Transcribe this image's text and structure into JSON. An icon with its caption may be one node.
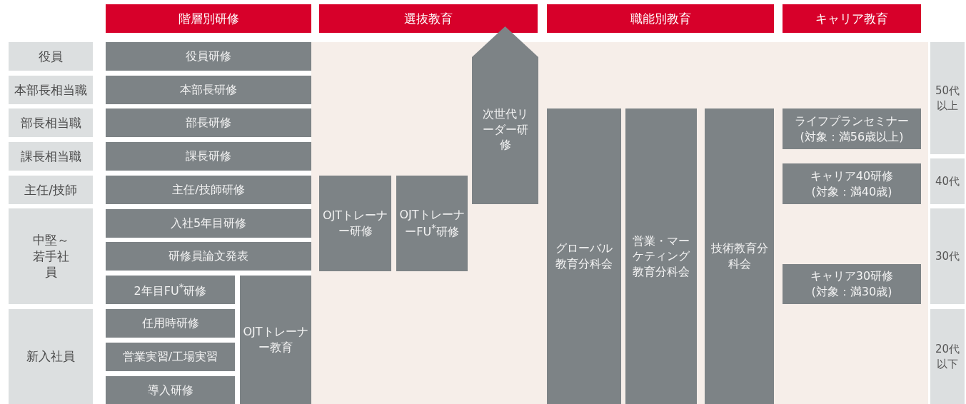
{
  "diagram": {
    "nodes": [
      {
        "text": [
          "階層別研修"
        ]
      },
      {
        "text": [
          "選抜教育"
        ]
      },
      {
        "text": [
          "職能別教育"
        ]
      },
      {
        "text": [
          "キャリア教育"
        ]
      },
      {
        "text": [
          "役員"
        ]
      },
      {
        "text": [
          "本部長相当職"
        ]
      },
      {
        "text": [
          "部長相当職"
        ]
      },
      {
        "text": [
          "課長相当職"
        ]
      },
      {
        "text": [
          "主任/技師"
        ]
      },
      {
        "text": [
          "中堅～若手社員"
        ]
      },
      {
        "text": [
          "新入社員"
        ]
      },
      {
        "text": [
          "50代以上"
        ]
      },
      {
        "text": [
          "40代"
        ]
      },
      {
        "text": [
          "30代"
        ]
      },
      {
        "text": [
          "20代以下"
        ]
      },
      {
        "text": [
          "役員研修"
        ]
      },
      {
        "text": [
          "本部長研修"
        ]
      },
      {
        "text": [
          "部長研修"
        ]
      },
      {
        "text": [
          "課長研修"
        ]
      },
      {
        "text": [
          "主任/技師研修"
        ]
      },
      {
        "text": [
          "入社5年目研修"
        ]
      },
      {
        "text": [
          "研修員論文発表"
        ]
      },
      {
        "text": [
          "2年目FU$^{*}$研修"
        ]
      },
      {
        "text": [
          "任用時研修"
        ]
      },
      {
        "text": [
          "営業実習/工場実習"
        ]
      },
      {
        "text": [
          "導入研修"
        ]
      },
      {
        "text": [
          "OJTトレーナー教育"
        ]
      },
      {
        "text": [
          "OJTトレーナー研修"
        ]
      },
      {
        "text": [
          "OJTトレーナーFU$^{*}$研修"
        ]
      },
      {
        "text": [
          "次世代リーダー研修"
        ]
      },
      {
        "text": [
          "グローバル教育分科会"
        ]
      },
      {
        "text": [
          "営業・マーケティング教育分科会"
        ]
      },
      {
        "text": [
          "技術教育分科会"
        ]
      },
      {
        "text": [
          "ライフプランセミナー",
          "(対象：満56歳以上)"
        ]
      },
      {
        "text": [
          "キャリア40研修",
          "(対象：満40歳)"
        ]
      },
      {
        "text": [
          "キャリア30研修",
          "(対象：満30歳)"
        ]
      }
    ]
  }
}
